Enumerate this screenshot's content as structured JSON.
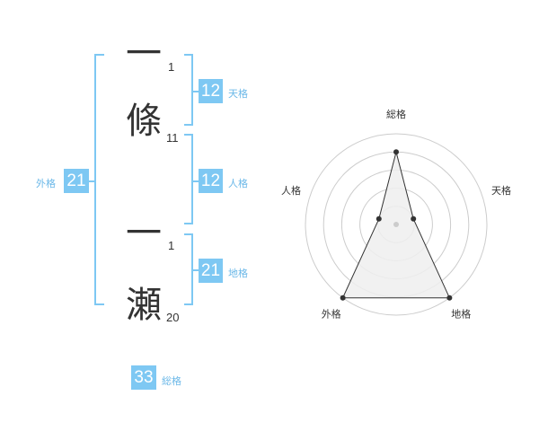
{
  "name": {
    "characters": [
      {
        "char": "一",
        "strokes": "1"
      },
      {
        "char": "條",
        "strokes": "11"
      },
      {
        "char": "一",
        "strokes": "1"
      },
      {
        "char": "瀬",
        "strokes": "20"
      }
    ]
  },
  "grids": {
    "tenkaku": {
      "value": "12",
      "label": "天格"
    },
    "jinkaku": {
      "value": "12",
      "label": "人格"
    },
    "chikaku": {
      "value": "21",
      "label": "地格"
    },
    "gaikaku": {
      "value": "21",
      "label": "外格"
    },
    "soukaku": {
      "value": "33",
      "label": "総格"
    }
  },
  "chart_data": {
    "type": "radar",
    "axes": [
      "総格",
      "天格",
      "地格",
      "外格",
      "人格"
    ],
    "values": [
      4,
      1,
      5,
      5,
      1
    ],
    "max": 5,
    "rings": 5
  },
  "colors": {
    "accent": "#7ec8f3",
    "accent_text": "#6bb8e8",
    "line": "#333333",
    "ring": "#cccccc",
    "fill": "#eeeeee"
  }
}
